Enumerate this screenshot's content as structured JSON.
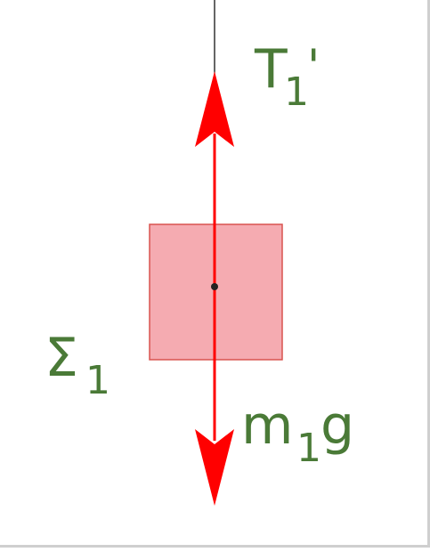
{
  "diagram": {
    "force_up_label": {
      "symbol": "T",
      "subscript": "1",
      "suffix": "'"
    },
    "force_down_label": {
      "prefix": "m",
      "subscript": "1",
      "suffix": "g"
    },
    "body_label": {
      "symbol": "Σ",
      "subscript": "1"
    },
    "colors": {
      "arrow": "#ff0000",
      "block_fill": "#f4a7ad",
      "block_stroke": "#d9534f",
      "label": "#4a7a37",
      "string": "#000000"
    }
  }
}
